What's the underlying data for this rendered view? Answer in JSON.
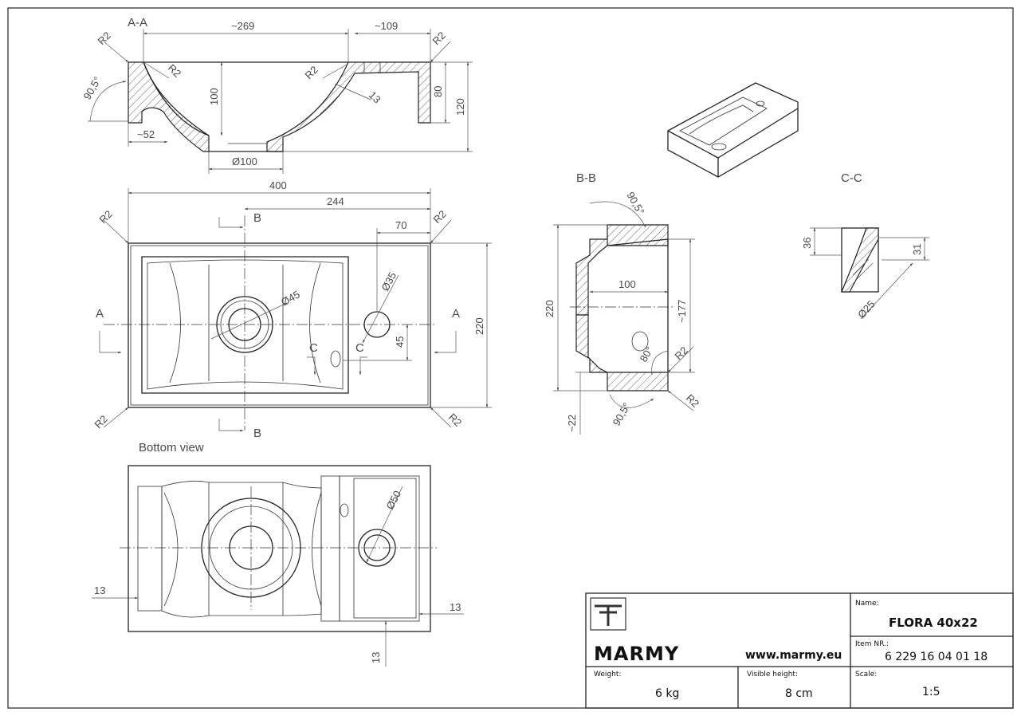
{
  "sections": {
    "aa_label": "A-A",
    "bb_label": "B-B",
    "cc_label": "C-C",
    "bottom_view": "Bottom view"
  },
  "dimensions": {
    "aa": {
      "w269": "~269",
      "w109": "~109",
      "r2_left": "R2",
      "r2_right": "R2",
      "r2_inner_left": "R2",
      "r2_inner_right": "R2",
      "angle": "90,5°",
      "d13": "13",
      "h100": "100",
      "h80": "80",
      "h120": "120",
      "w52": "~52",
      "dia100": "Ø100"
    },
    "top": {
      "w400": "400",
      "w244": "244",
      "w70": "70",
      "r2_tl": "R2",
      "r2_tr": "R2",
      "r2_bl": "R2",
      "r2_br": "R2",
      "dia45": "Ø45",
      "dia35": "Ø35",
      "h220": "220",
      "h45": "45",
      "mark_a_left": "A",
      "mark_a_right": "A",
      "mark_b_top": "B",
      "mark_b_bottom": "B",
      "mark_c_left": "C",
      "mark_c_right": "C"
    },
    "bb": {
      "angle_top": "90,5°",
      "angle_bottom": "90,5°",
      "angle80": "80°",
      "w100": "100",
      "h220": "220",
      "h177": "~177",
      "h22": "~22",
      "r2_a": "R2",
      "r2_b": "R2"
    },
    "cc": {
      "h36": "36",
      "h31": "31",
      "dia25": "Ø25"
    },
    "bottom": {
      "dia50": "Ø50",
      "d13_left": "13",
      "d13_right": "13",
      "d13_bottom": "13"
    }
  },
  "title_block": {
    "brand": "MARMY",
    "website": "www.marmy.eu",
    "name_label": "Name:",
    "name_value": "FLORA 40x22",
    "item_label": "Item NR.:",
    "item_value": "6 229 16 04 01 18",
    "weight_label": "Weight:",
    "weight_value": "6 kg",
    "visible_height_label": "Visible height:",
    "visible_height_value": "8 cm",
    "scale_label": "Scale:",
    "scale_value": "1:5"
  },
  "icons": {
    "logo": "marmy-logo-icon"
  }
}
